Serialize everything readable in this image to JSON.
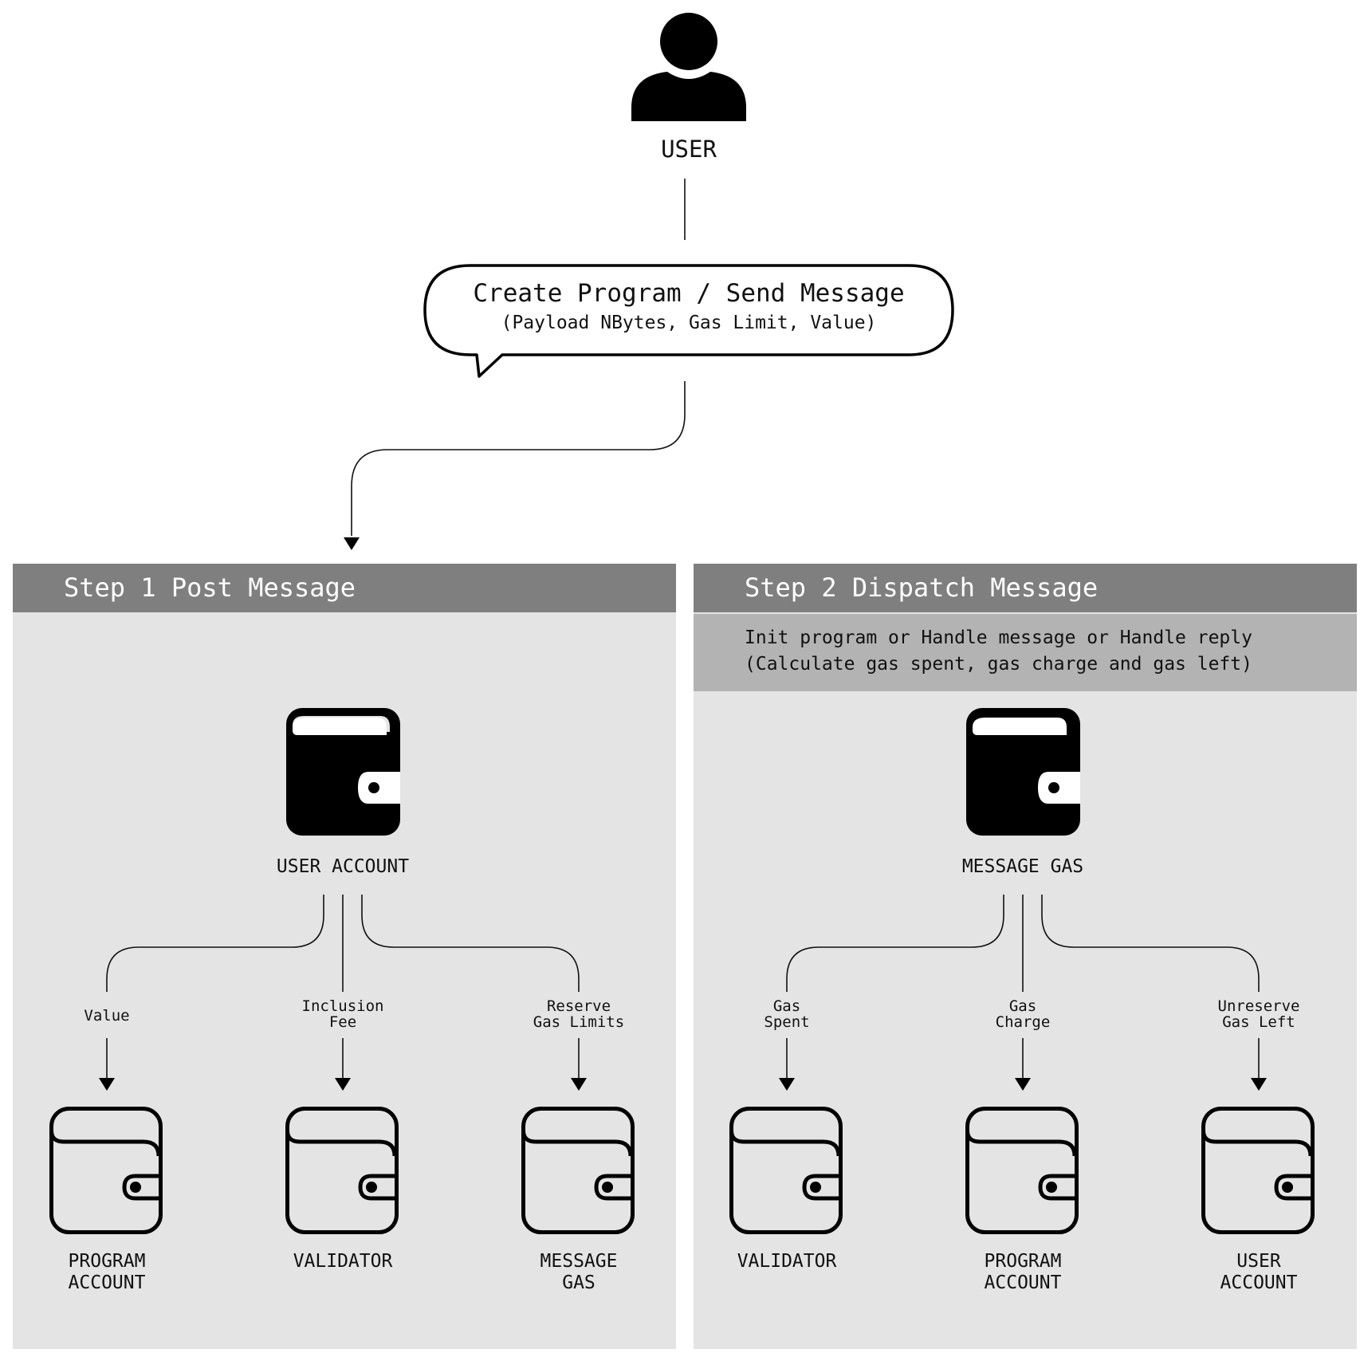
{
  "user": {
    "label": "USER"
  },
  "bubble": {
    "title": "Create Program / Send Message",
    "subtitle": "(Payload NBytes, Gas Limit, Value)"
  },
  "step1": {
    "header": "Step 1 Post Message",
    "source": "USER ACCOUNT",
    "flows": [
      {
        "label": "Value",
        "target": "PROGRAM\nACCOUNT"
      },
      {
        "label": "Inclusion\nFee",
        "target": "VALIDATOR"
      },
      {
        "label": "Reserve\nGas Limits",
        "target": "MESSAGE\nGAS"
      }
    ]
  },
  "step2": {
    "header": "Step 2 Dispatch Message",
    "description_line1": "Init program or Handle message or Handle reply",
    "description_line2": "(Calculate gas spent, gas charge and gas left)",
    "source": "MESSAGE GAS",
    "flows": [
      {
        "label": "Gas\nSpent",
        "target": "VALIDATOR"
      },
      {
        "label": "Gas\nCharge",
        "target": "PROGRAM\nACCOUNT"
      },
      {
        "label": "Unreserve\nGas Left",
        "target": "USER\nACCOUNT"
      }
    ]
  }
}
